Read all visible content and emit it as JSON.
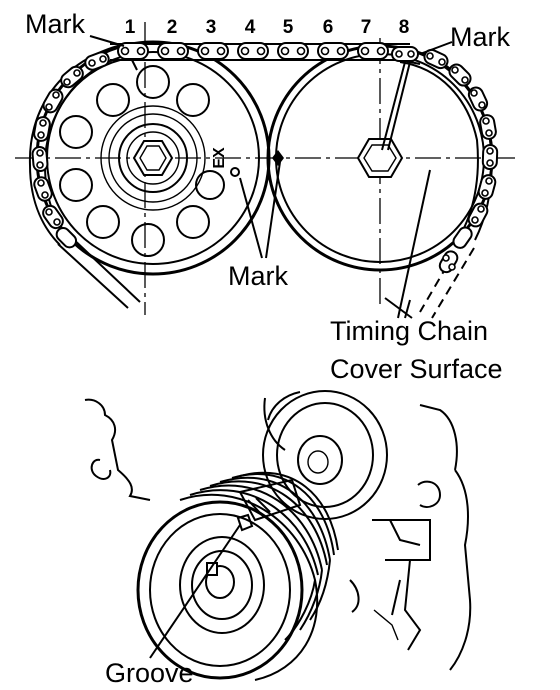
{
  "labels": {
    "mark_top_left": "Mark",
    "mark_top_right": "Mark",
    "mark_center": "Mark",
    "timing_chain_line1": "Timing Chain",
    "timing_chain_line2": "Cover Surface",
    "groove": "Groove",
    "ex_marking": "EX"
  },
  "link_numbers": [
    "1",
    "2",
    "3",
    "4",
    "5",
    "6",
    "7",
    "8"
  ]
}
